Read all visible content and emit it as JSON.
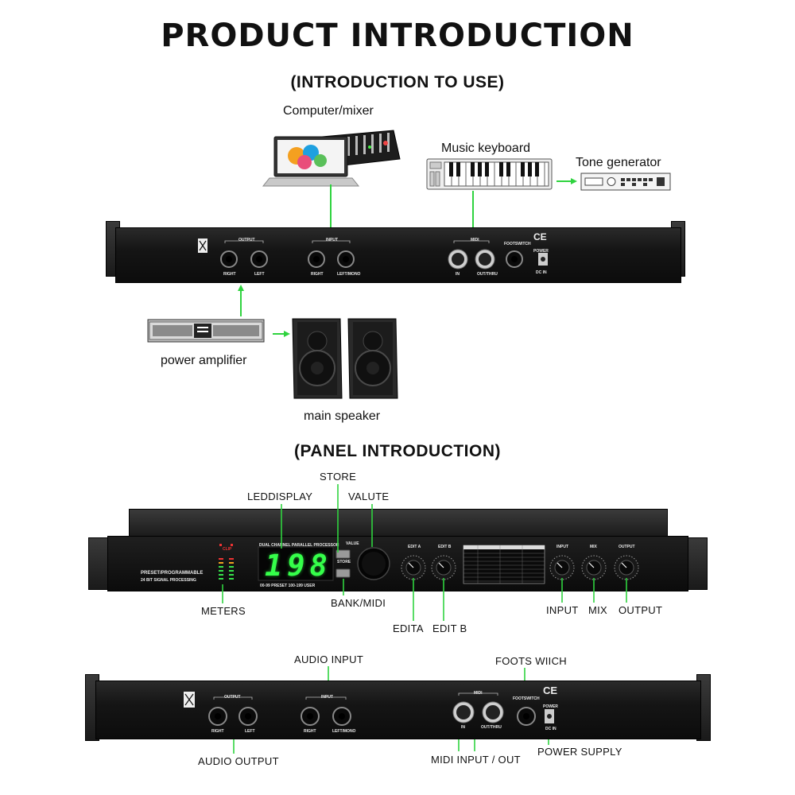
{
  "title": "PRODUCT INTRODUCTION",
  "sections": {
    "use": "(INTRODUCTION TO USE)",
    "panel": "(PANEL INTRODUCTION)"
  },
  "use_labels": {
    "computer": "Computer/mixer",
    "keyboard": "Music keyboard",
    "tone": "Tone generator",
    "amplifier": "power amplifier",
    "speaker": "main speaker"
  },
  "rear_panel": {
    "output": "OUTPUT",
    "input": "INPUT",
    "midi": "MIDI",
    "footswitch": "FOOTSWITCH",
    "power": "POWER",
    "ce": "CE",
    "right": "RIGHT",
    "left": "LEFT",
    "left_mono": "LEFT/MONO",
    "in": "IN",
    "out_thru": "OUT/THRU",
    "dc_in": "DC IN"
  },
  "front_panel": {
    "processor_title": "DUAL CHANNEL PARALLEL PROCESSOR",
    "display_value": "198",
    "preset_note": "00-99 PRESET 100-199 USER",
    "brand_line1": "PRESET/PROGRAMMABLE",
    "brand_line2": "24 BIT SIGNAL PROCESSING",
    "value_label": "VALUE",
    "edit_a": "EDIT A",
    "edit_b": "EDIT B",
    "input": "INPUT",
    "mix": "MIX",
    "output": "OUTPUT",
    "store": "STORE",
    "clip": "CLIP"
  },
  "panel_callouts": {
    "store": "STORE",
    "led": "LEDDISPLAY",
    "valute": "VALUTE",
    "meters": "METERS",
    "bank": "BANK/MIDI",
    "edit_a": "EDITA",
    "edit_b": "EDIT B",
    "input": "INPUT",
    "mix": "MIX",
    "output": "OUTPUT"
  },
  "rear_callouts": {
    "audio_input": "AUDIO INPUT",
    "foot_switch": "FOOTS WIICH",
    "audio_output": "AUDIO OUTPUT",
    "midi_io": "MIDI  INPUT / OUT",
    "power_supply": "POWER SUPPLY"
  },
  "colors": {
    "accent_green": "#2fd33f",
    "led_green": "#35ff4a",
    "rack_black": "#151515"
  }
}
